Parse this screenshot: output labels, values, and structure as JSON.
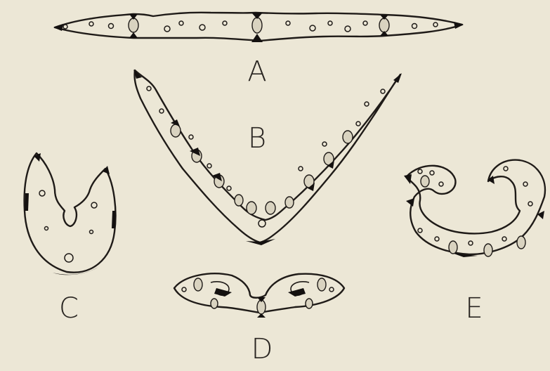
{
  "labels": {
    "a": "A",
    "b": "B",
    "c": "C",
    "d": "D",
    "e": "E"
  },
  "colors": {
    "paper": "#ece7d6",
    "ink": "#1f1b18"
  }
}
